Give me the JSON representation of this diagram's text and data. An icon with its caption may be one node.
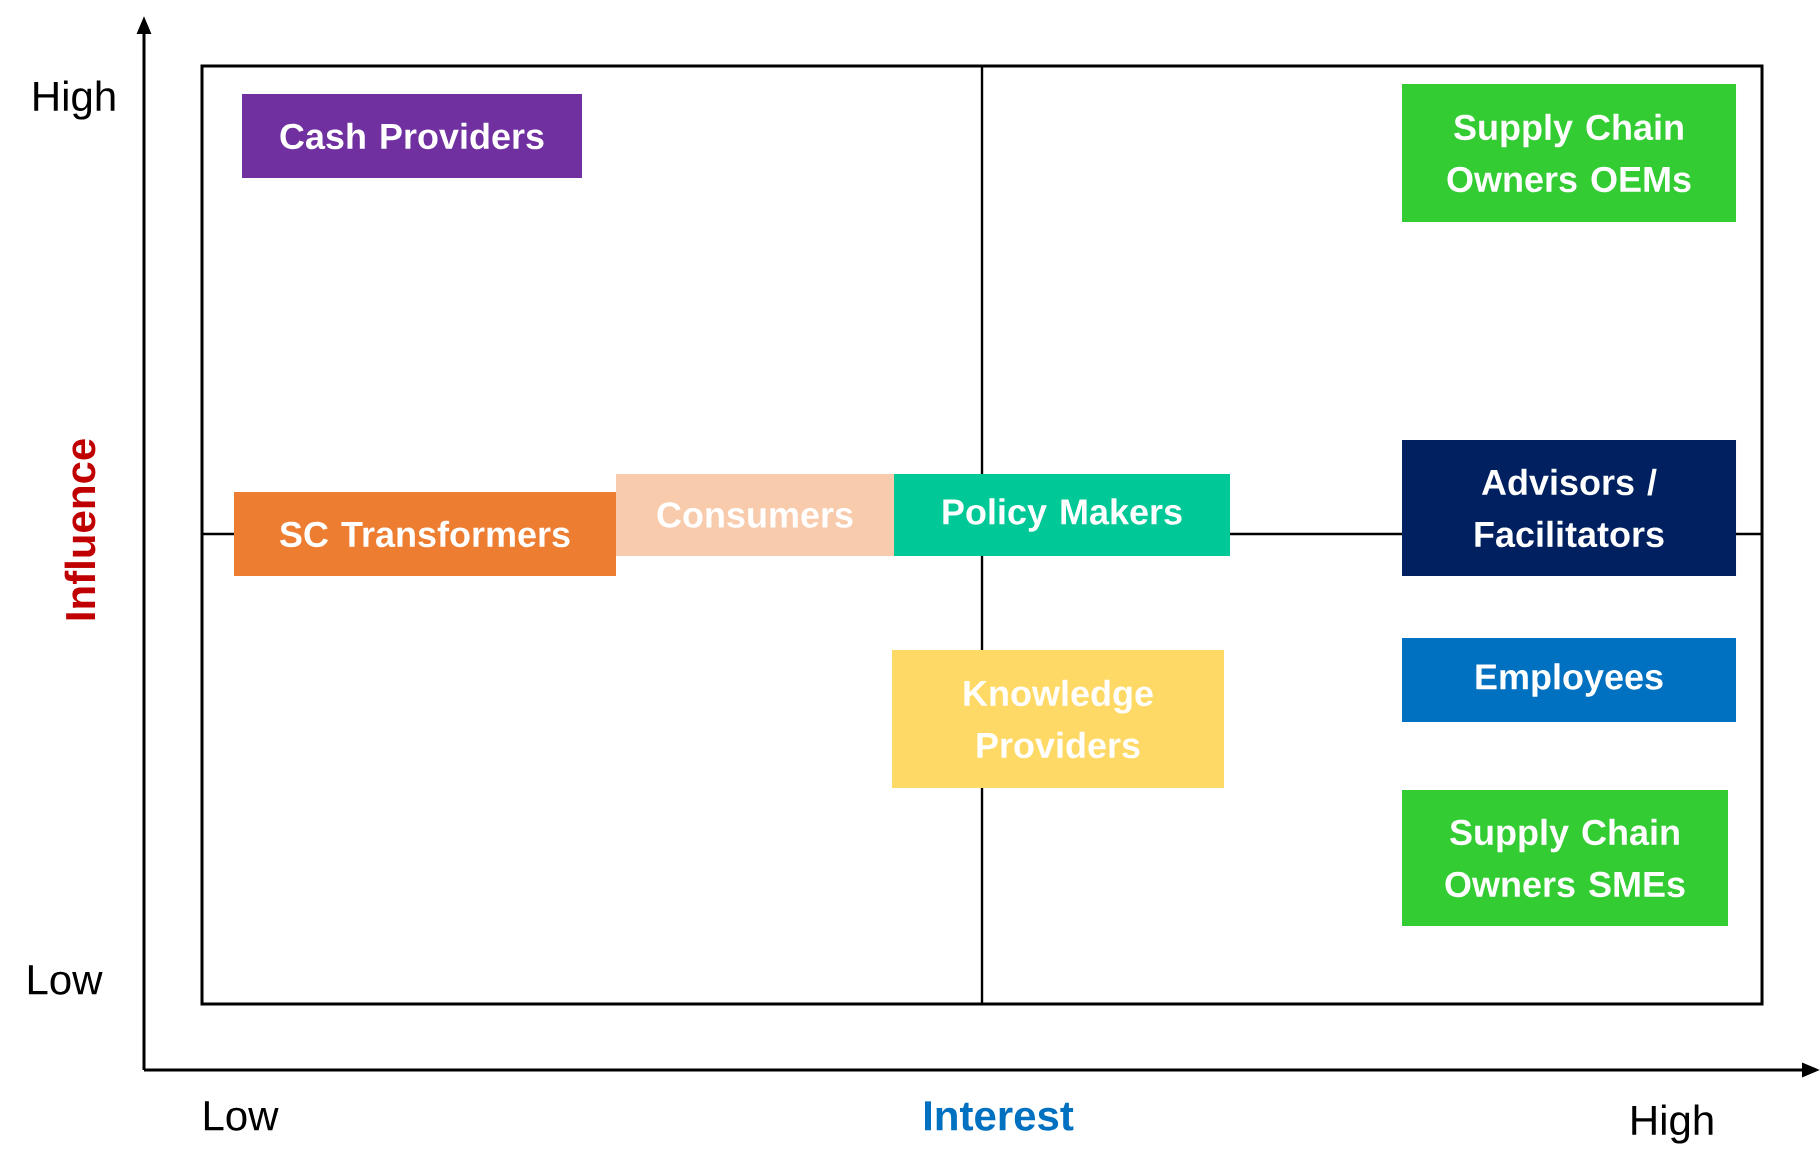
{
  "diagram": {
    "nodes": [
      {
        "text": [
          "Cash Providers"
        ]
      },
      {
        "text": [
          "Supply Chain Owners OEMs"
        ]
      },
      {
        "text": [
          "SC Transformers"
        ]
      },
      {
        "text": [
          "Consumers"
        ]
      },
      {
        "text": [
          "Policy Makers"
        ]
      },
      {
        "text": [
          "Advisors / Facilitators"
        ]
      },
      {
        "text": [
          "Employees"
        ]
      },
      {
        "text": [
          "Knowledge Providers"
        ]
      },
      {
        "text": [
          "Supply Chain Owners SMEs"
        ]
      }
    ],
    "labels": [
      "High",
      "Influence",
      "Low",
      "Low",
      "Interest",
      "High"
    ]
  }
}
